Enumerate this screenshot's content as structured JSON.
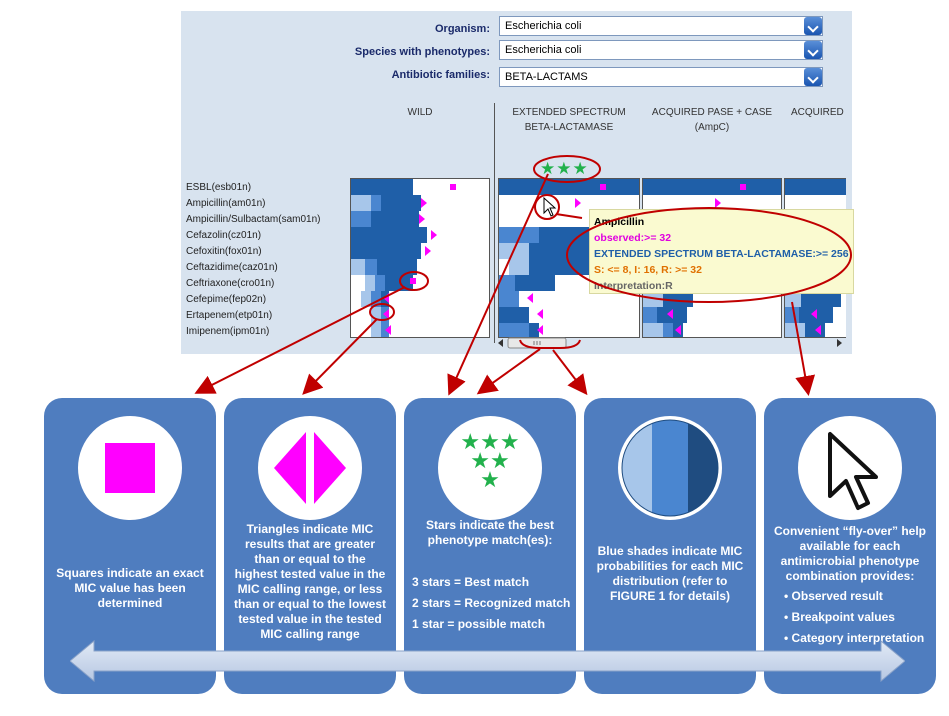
{
  "form": {
    "organism_label": "Organism:",
    "organism_value": "Escherichia coli",
    "species_label": "Species with phenotypes:",
    "species_value": "Escherichia coli",
    "family_label": "Antibiotic families:",
    "family_value": "BETA-LACTAMS"
  },
  "columns": {
    "wild": "WILD",
    "esbl_l1": "EXTENDED SPECTRUM",
    "esbl_l2": "BETA-LACTAMASE",
    "ampc_l1": "ACQUIRED PASE + CASE",
    "ampc_l2": "(AmpC)",
    "acquired": "ACQUIRED"
  },
  "drugs": [
    "ESBL(esb01n)",
    "Ampicillin(am01n)",
    "Ampicillin/Sulbactam(sam01n)",
    "Cefazolin(cz01n)",
    "Cefoxitin(fox01n)",
    "Ceftazidime(caz01n)",
    "Ceftriaxone(cro01n)",
    "Cefepime(fep02n)",
    "Ertapenem(etp01n)",
    "Imipenem(ipm01n)"
  ],
  "stars": "★★★",
  "tooltip": {
    "title": "Ampicillin",
    "observed": "observed:>= 32",
    "phenotype": "EXTENDED SPECTRUM BETA-LACTAMASE:>= 256",
    "breakpoints": "S: <= 8, I: 16, R: >= 32",
    "interpretation": "Interpretation:R"
  },
  "cards": {
    "squares": "Squares indicate an exact MIC value has been determined",
    "triangles": "Triangles indicate MIC results that are greater than or equal to the highest tested value in the MIC calling range, or less than or equal to the lowest tested value in the tested MIC calling range",
    "stars_title": "Stars indicate the best phenotype match(es):",
    "stars_list": [
      "3 stars = Best match",
      "2 stars = Recognized match",
      "1 star = possible match"
    ],
    "shades": "Blue shades indicate MIC probabilities for each MIC distribution (refer to FIGURE 1 for details)",
    "flyover_title": "Convenient “fly-over” help available for each antimicrobial phenotype combination provides:",
    "flyover_list": [
      "Observed result",
      "Breakpoint values",
      "Category interpretation"
    ]
  },
  "colors": {
    "card_blue": "#4f7dbf",
    "magenta": "#ff00ff",
    "star_green": "#22b14c",
    "annotation_red": "#c00000",
    "dark_blue": "#1f5fa8",
    "mid_blue": "#4a86d0",
    "light_blue": "#a7c6ea"
  }
}
